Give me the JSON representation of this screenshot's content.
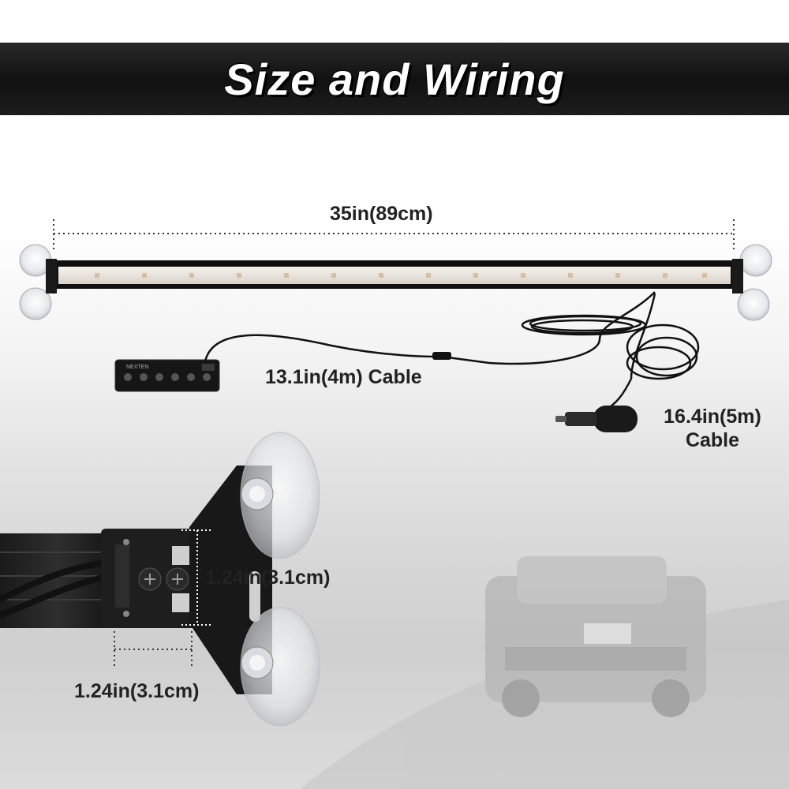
{
  "banner": {
    "title": "Size and Wiring"
  },
  "dimensions": {
    "length_label": "35in(89cm)",
    "height_label": "1.24in(3.1cm)",
    "width_label": "1.24in(3.1cm)"
  },
  "cables": {
    "controller_cable_label": "13.1in(4m) Cable",
    "power_cable_label_line1": "16.4in(5m)",
    "power_cable_label_line2": "Cable"
  },
  "controller": {
    "brand_text": "NEXTEN"
  },
  "colors": {
    "banner_bg": "#111111",
    "banner_text": "#ffffff",
    "label_text": "#222222",
    "bar_body": "#111111",
    "led_strip": "#e9e4de"
  }
}
